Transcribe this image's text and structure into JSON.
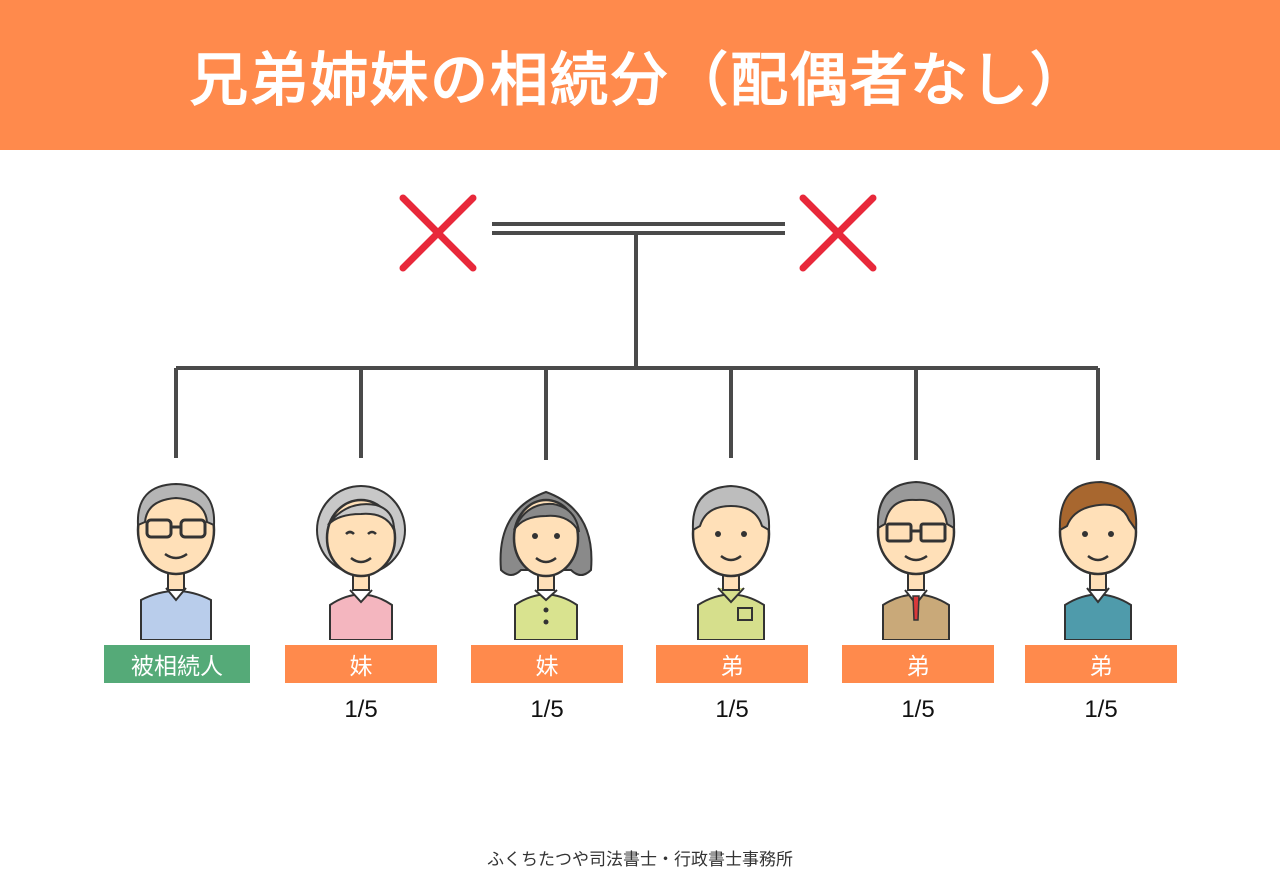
{
  "header": {
    "title": "兄弟姉妹の相続分（配偶者なし）"
  },
  "parents": {
    "status_mark": "×",
    "status_color": "#e8283a"
  },
  "colors": {
    "accent": "#ff8a4c",
    "deceased_label": "#55aa78",
    "line": "#4a4a4a"
  },
  "people": [
    {
      "role": "被相続人",
      "share": "",
      "type": "deceased"
    },
    {
      "role": "妹",
      "share": "1/5",
      "type": "sibling"
    },
    {
      "role": "妹",
      "share": "1/5",
      "type": "sibling"
    },
    {
      "role": "弟",
      "share": "1/5",
      "type": "sibling"
    },
    {
      "role": "弟",
      "share": "1/5",
      "type": "sibling"
    },
    {
      "role": "弟",
      "share": "1/5",
      "type": "sibling"
    }
  ],
  "footer": {
    "credit": "ふくちたつや司法書士・行政書士事務所"
  }
}
